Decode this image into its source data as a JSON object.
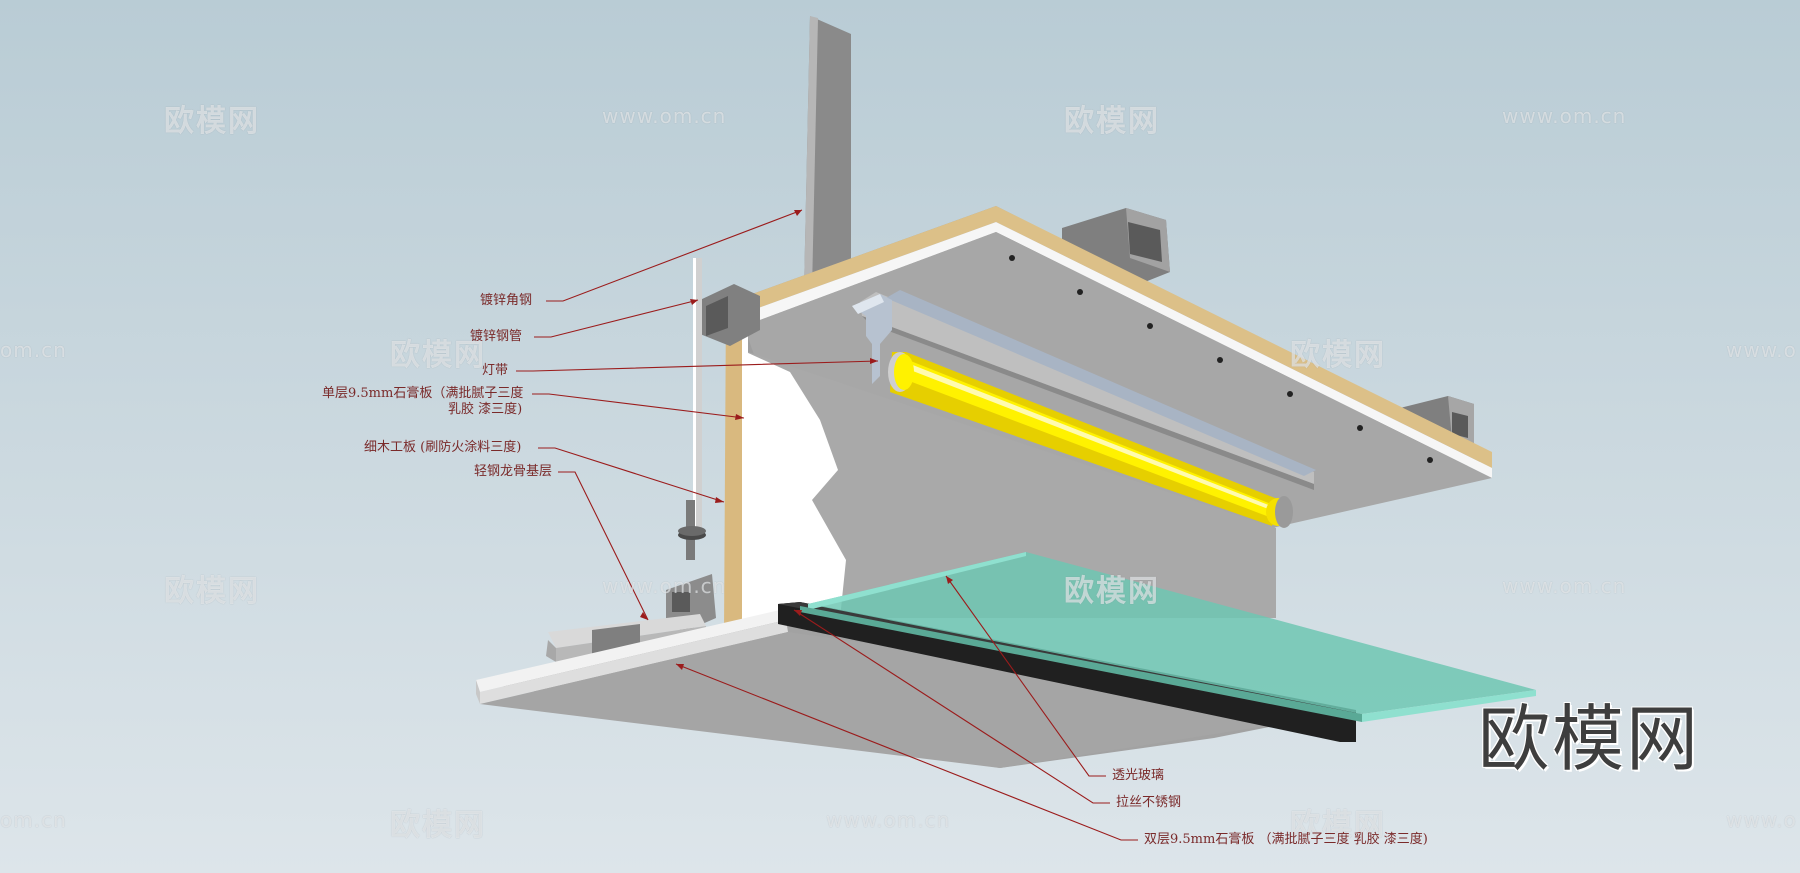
{
  "labels": {
    "angle_steel": "镀锌角钢",
    "steel_pipe": "镀锌钢管",
    "light_strip": "灯带",
    "gypsum_single_line1": "单层9.5mm石膏板（满批腻子三度",
    "gypsum_single_line2": "乳胶 漆三度)",
    "blockboard": "细木工板 (刷防火涂料三度)",
    "steel_keel": "轻钢龙骨基层",
    "glass": "透光玻璃",
    "stainless": "拉丝不锈钢",
    "gypsum_double": "双层9.5mm石膏板 （满批腻子三度 乳胶 漆三度)"
  },
  "watermarks": {
    "brand_cn": "欧模网",
    "url": "www.om.cn",
    "url_cut": "om.cn",
    "url_cut_right": "www.o"
  },
  "colors": {
    "label_text": "#7a2a2a",
    "leader_line": "#9b1c1c",
    "glass": "#6ec7b3",
    "light_tube": "#f5e000",
    "wood": "#e0c58f",
    "gypsum": "#f4f4f4",
    "steel": "#8f8f8f",
    "concrete": "#9a9a9a"
  }
}
